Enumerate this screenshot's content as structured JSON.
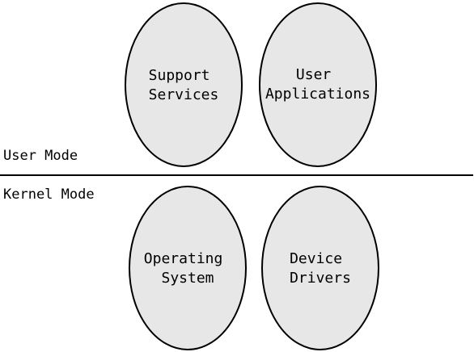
{
  "modes": {
    "user": "User Mode",
    "kernel": "Kernel Mode"
  },
  "components": {
    "support_services": [
      "Support",
      "Services"
    ],
    "user_applications": [
      "User",
      "Applications"
    ],
    "operating_system": [
      "Operating",
      "System"
    ],
    "device_drivers": [
      "Device",
      "Drivers"
    ]
  },
  "colors": {
    "ellipse_fill": "#e7e7e7",
    "stroke": "#000000",
    "background": "#ffffff"
  }
}
